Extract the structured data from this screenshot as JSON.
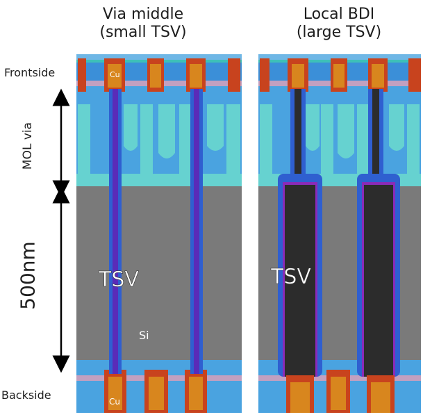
{
  "titles": {
    "left_line1": "Via middle",
    "left_line2": "(small TSV)",
    "right_line1": "Local BDI",
    "right_line2": "(large TSV)"
  },
  "side_labels": {
    "frontside": "Frontside",
    "backside": "Backside",
    "mol_via": "MOL via",
    "thickness": "500nm"
  },
  "inner_labels": {
    "cu_top": "Cu",
    "cu_bottom": "Cu",
    "tsv_left": "TSV",
    "tsv_right": "TSV",
    "si": "Si"
  },
  "colors": {
    "silicon": "#7a7a7a",
    "light_blue": "#4aa3e0",
    "blue": "#2f7fd0",
    "cyan": "#5fd6d6",
    "copper": "#c8431e",
    "copper_core": "#d8861e",
    "pink_liner": "#c2a0c0",
    "tsv_fill": "#2c2c2c",
    "tsv_liner": "#8a2bb8",
    "arrow": "#000000"
  }
}
